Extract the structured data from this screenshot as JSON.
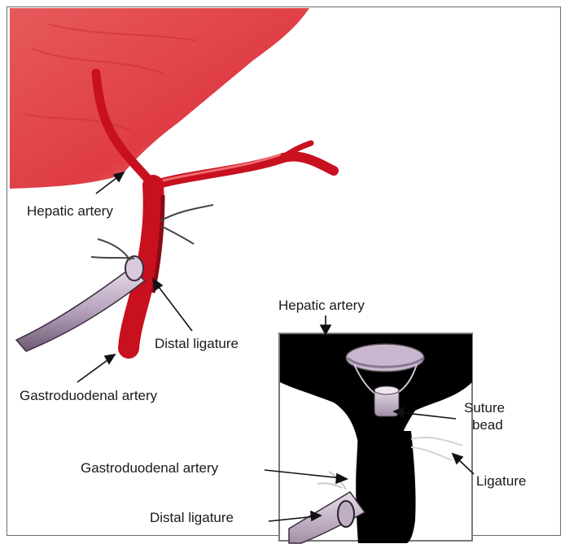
{
  "labels": {
    "main_hepatic": "Hepatic artery",
    "main_distal": "Distal ligature",
    "main_gastroduodenal": "Gastroduodenal artery",
    "inset_hepatic": "Hepatic artery",
    "inset_suture_line1": "Suture",
    "inset_suture_line2": "bead",
    "inset_gastroduodenal": "Gastroduodenal artery",
    "inset_ligature": "Ligature",
    "inset_distal": "Distal ligature"
  },
  "colors": {
    "liver": "#e0434a",
    "artery": "#c8101f",
    "inset_bg": "#000000",
    "instrument": "#c9b6cf"
  }
}
